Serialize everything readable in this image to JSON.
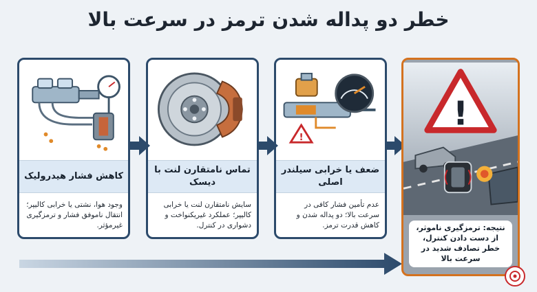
{
  "title": "خطر دو پداله شدن ترمز در سرعت بالا",
  "steps": [
    {
      "heading": "کاهش فشار هیدرولیک",
      "text": "وجود هوا، نشتی یا خرابی کالیپر؛ انتقال ناموفق فشار و ترمزگیری غیرمؤثر.",
      "icon": "hydraulic-system-icon"
    },
    {
      "heading": "تماس نامتقارن لنت با دیسک",
      "text": "سایش نامتقارن لنت یا خرابی کالیپر؛ عملکرد غیریکنواخت و دشواری در کنترل.",
      "icon": "brake-disc-icon"
    },
    {
      "heading": "ضعف یا خرابی سیلندر اصلی",
      "text": "عدم تأمین فشار کافی در سرعت بالا؛ دو پداله شدن و کاهش قدرت ترمز.",
      "icon": "master-cylinder-icon"
    }
  ],
  "result": {
    "text": "نتیجه: ترمزگیری ناموثر، از دست دادن کنترل، خطر تصادف شدید در سرعت بالا",
    "icon": "warning-icon"
  },
  "colors": {
    "card_border": "#2c4a6b",
    "arrow": "#2c4a6b",
    "result_border": "#d4721f",
    "warning_red": "#c8282b"
  }
}
